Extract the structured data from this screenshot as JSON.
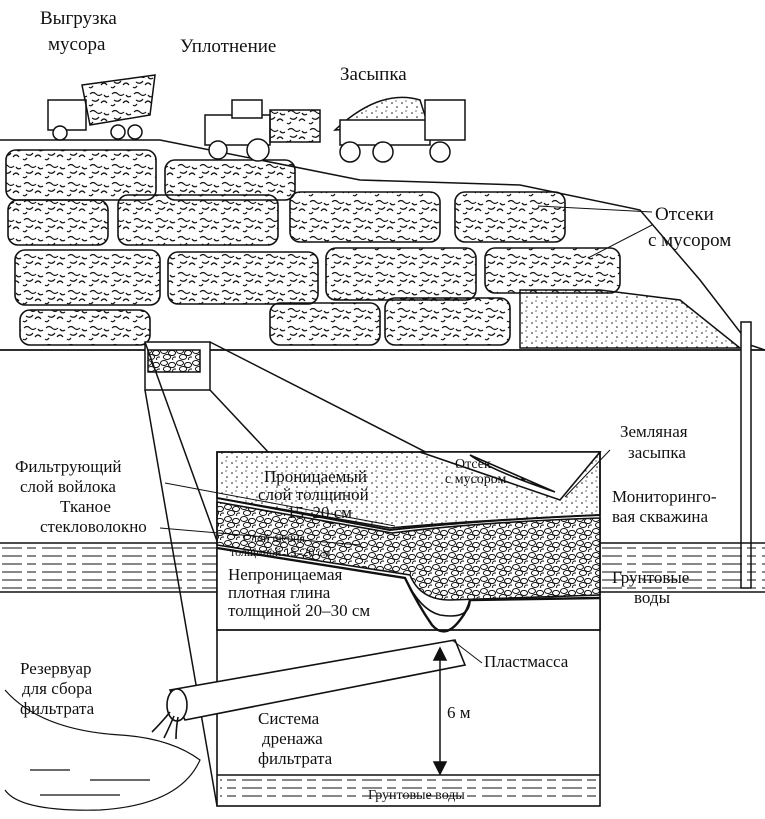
{
  "colors": {
    "ink": "#111111",
    "paper": "#ffffff"
  },
  "top_labels": {
    "unloading_line1": "Выгрузка",
    "unloading_line2": "мусора",
    "compaction": "Уплотнение",
    "covering": "Засыпка",
    "cells_line1": "Отсеки",
    "cells_line2": "с мусором"
  },
  "cross_section": {
    "soil_cover_line1": "Земляная",
    "soil_cover_line2": "засыпка",
    "waste_cell_line1": "Отсек",
    "waste_cell_line2": "с мусором",
    "felt_line1": "Фильтрующий",
    "felt_line2": "слой войлока",
    "permeable_line1": "Проницаемый",
    "permeable_line2": "слой толщиной",
    "permeable_line3": "15–20 см",
    "monitoring_line1": "Мониторинго-",
    "monitoring_line2": "вая скважина",
    "fiberglass_line1": "Тканое",
    "fiberglass_line2": "стекловолокно",
    "gravel_line1": "Слой щебня",
    "gravel_line2": "толщиной 15–20 см",
    "clay_line1": "Непроницаемая",
    "clay_line2": "плотная глина",
    "clay_line3": "толщиной 20–30 см",
    "groundwater_right_line1": "Грунтовые",
    "groundwater_right_line2": "воды",
    "plastic": "Пластмасса",
    "reservoir_line1": "Резервуар",
    "reservoir_line2": "для сбора",
    "reservoir_line3": "фильтрата",
    "drainage_line1": "Система",
    "drainage_line2": "дренажа",
    "drainage_line3": "фильтрата",
    "depth": "6 м",
    "groundwater_bottom": "Грунтовые воды"
  }
}
